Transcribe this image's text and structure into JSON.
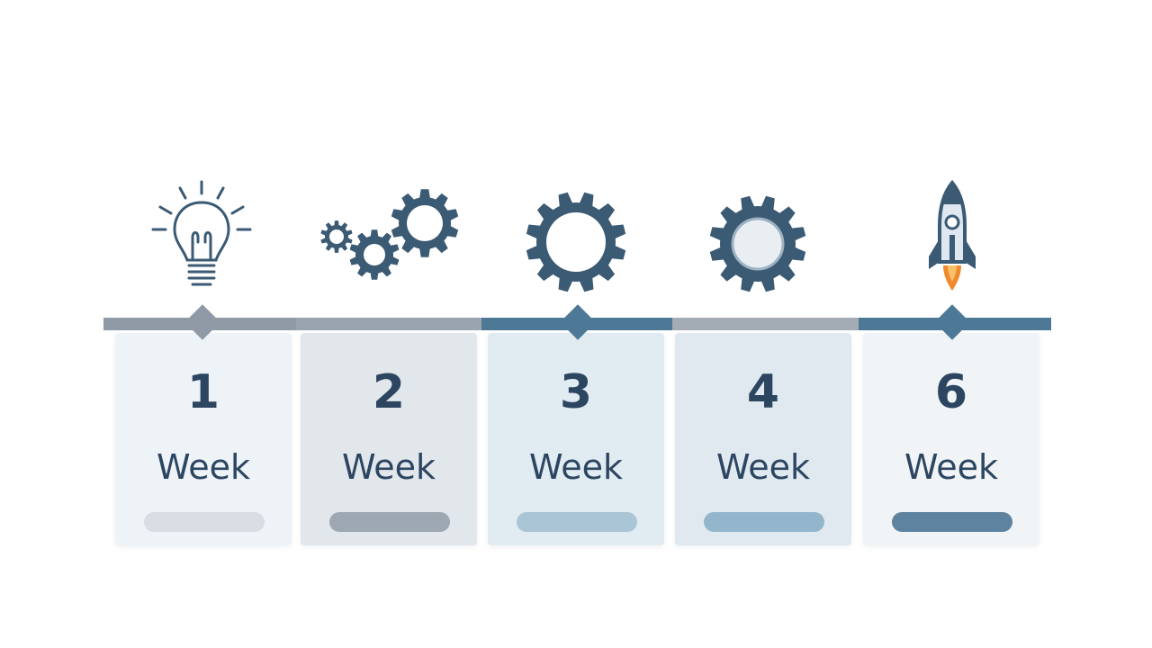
{
  "colors": {
    "text": "#2c4560",
    "icon_dark": "#3b5a74",
    "timeline_gray": "#8f9aa6",
    "timeline_blue": "#4d7896",
    "flame": "#f08a2c"
  },
  "steps": [
    {
      "number": "1",
      "label": "Week",
      "icon": "lightbulb-icon",
      "progress_level": 1
    },
    {
      "number": "2",
      "label": "Week",
      "icon": "gears-icon",
      "progress_level": 2
    },
    {
      "number": "3",
      "label": "Week",
      "icon": "gear-icon",
      "progress_level": 3
    },
    {
      "number": "4",
      "label": "Week",
      "icon": "gear-icon",
      "progress_level": 4
    },
    {
      "number": "6",
      "label": "Week",
      "icon": "rocket-icon",
      "progress_level": 5
    }
  ]
}
